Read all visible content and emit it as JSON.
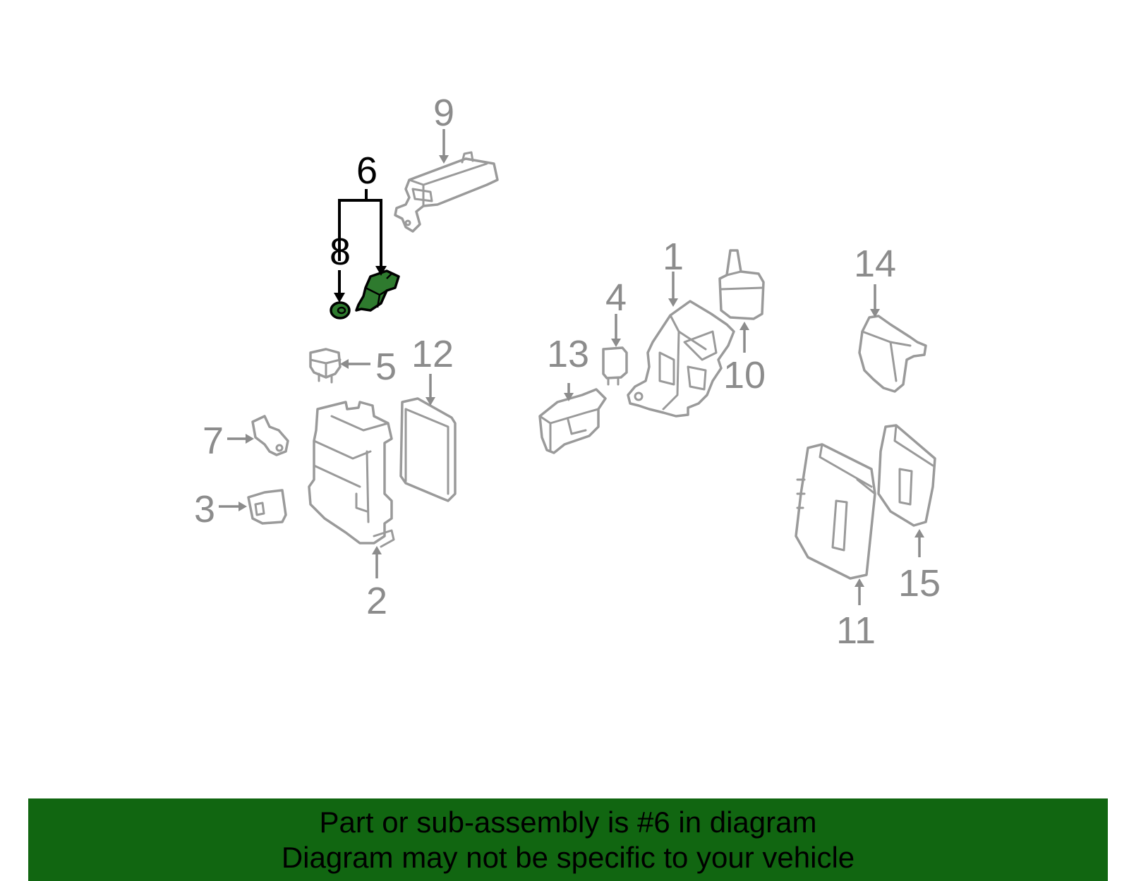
{
  "callouts": [
    {
      "id": "1",
      "label": "1"
    },
    {
      "id": "2",
      "label": "2"
    },
    {
      "id": "3",
      "label": "3"
    },
    {
      "id": "4",
      "label": "4"
    },
    {
      "id": "5",
      "label": "5"
    },
    {
      "id": "6",
      "label": "6",
      "highlighted": true
    },
    {
      "id": "7",
      "label": "7"
    },
    {
      "id": "8",
      "label": "8",
      "highlighted": true
    },
    {
      "id": "9",
      "label": "9"
    },
    {
      "id": "10",
      "label": "10"
    },
    {
      "id": "11",
      "label": "11"
    },
    {
      "id": "12",
      "label": "12"
    },
    {
      "id": "13",
      "label": "13"
    },
    {
      "id": "14",
      "label": "14"
    },
    {
      "id": "15",
      "label": "15"
    }
  ],
  "colors": {
    "banner": "#116611",
    "highlight_part": "#2e7a2e",
    "part_outline": "#9a9a9a",
    "label_gray": "#8c8c8c",
    "label_highlight": "#000000"
  },
  "banner": {
    "line1": "Part or sub-assembly is #6 in diagram",
    "line2": "Diagram may not be specific to your vehicle"
  }
}
